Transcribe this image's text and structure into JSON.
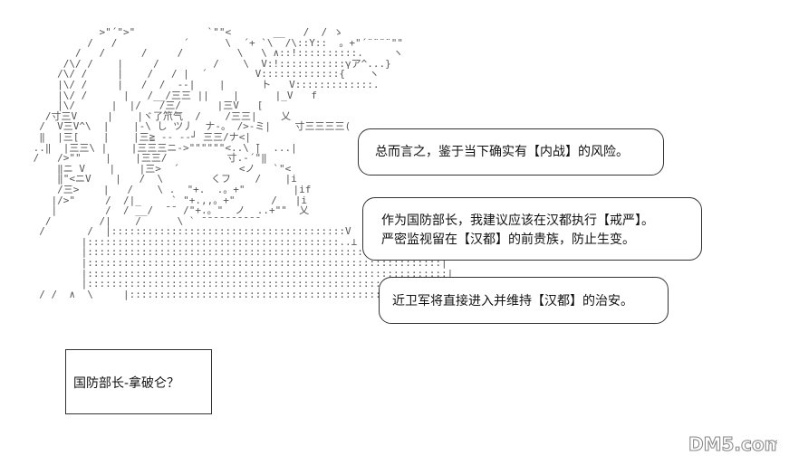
{
  "art_lines": [
    "            >\"´\">\"            `\"\"<       __   /  / ゝ",
    "          /   /           ´      \\  ´+ `\\  /\\::Y::  。+\"´¨¨¨¨\"\"",
    "        /   /      /     /         \\   \\ ∧::!::::::::::.     ヽ",
    "      /\\/ /    |     /         /    \\  V:!:::::::::::γア^...}",
    "     /\\/ /     |    /   / |  ´        V:::::::::::::{    ヽ",
    "     |\\/ /     |   /  /  --|    |      ト   V:::::::::::::.",
    "     |\\/ /      |   /__/三三 ||    |      |_V   f",
    "     |\\/      |  |/   /三/      |三V   [",
    "   /寸三V     |    |ヾ了笊气  /    /三三|    乂",
    "  /  V三V^\\  |    |-\\ し ツ丿  ナ-。 />-ミ|    寸三三三三(",
    "  ‖  |三[    |    |三≧ -- --┘ 三三/ナ<|",
    " ..‖  |三三\\ |    |三三三ニ->\"\"\"\"\"\"<..\\ ̄|  ...|",
    " /   />\"\"    |    |三三/          寸.-´\"‖",
    "     ‖ニ V    |    |三>  ´          <ノ   `\"<",
    "     ‖\"<ニV    |   /  \\        くフ    /    |i",
    "     /三>    |   /    \\ .  \"+.  .。+\"        |if",
    "    |/>\"     /  /|_     ` \"+.,,。+\"      /   |i",
    "    |        /  / __/  ̄ ̄  /\"+.。\"  ノ  ..+\"\"  乂",
    "   /        /|    /      \\ ` ̄ ̄ ̄ ̄ ̄ ̄ ̄ ̄ ̄ ̄",
    "  /       /  |:::::::::::::::::::::::::::::::::::::::V",
    "         |::::::::::::::::::::::::::::::::::::::::::..⊥ ___",
    "         |:::::::::::::::::::::::::::::::::::::::::::::::::::::::::......------",
    "         |:::::::::::::::::::::::::::::::::::::::::::::::::::::::::::|",
    "         |::::::::::::::::::::::::::::::::::::::::::::::::::::::::::::|",
    "         |:::::::::::::::::::::::::::::::::::::::::::::::::::::::::::.}",
    "  / /  ∧  \\     |:::::::::::::::::::::::::::::::::::::::::::::::::::::|...------"
  ],
  "bubbles": [
    {
      "lines": [
        "总而言之，鉴于当下确实有【内战】的风险。"
      ]
    },
    {
      "lines": [
        "作为国防部长，我建议应该在汉都执行【戒严】。",
        "严密监视留在【汉都】的前贵族，防止生变。"
      ]
    },
    {
      "lines": [
        "近卫军将直接进入并维持【汉都】的治安。"
      ]
    }
  ],
  "caption": {
    "text": "国防部长-拿破仑？"
  },
  "watermark": {
    "text": "DM5.com",
    "color": "#8a8a8a"
  }
}
